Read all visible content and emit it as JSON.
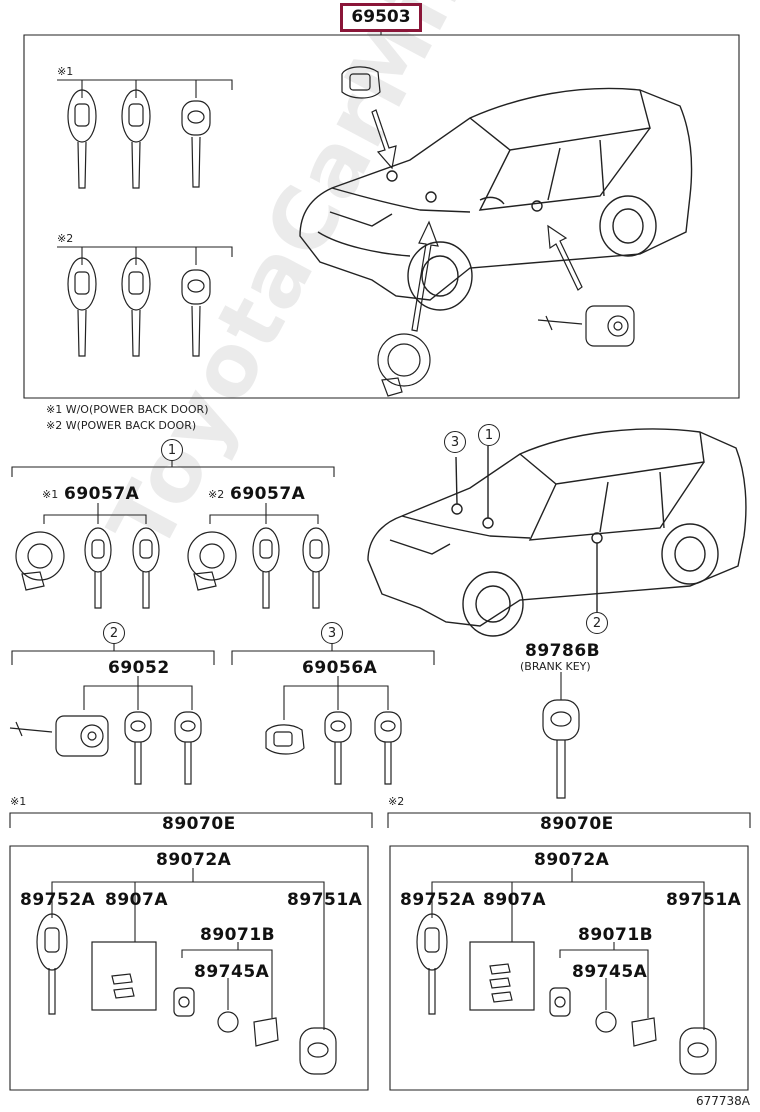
{
  "main_part": "69503",
  "legend": {
    "note1": "※1 W/O(POWER BACK DOOR)",
    "note2": "※2 W(POWER BACK DOOR)"
  },
  "marks": {
    "m1": "※1",
    "m2": "※2"
  },
  "circled": {
    "c1": "1",
    "c2": "2",
    "c3": "3"
  },
  "parts": {
    "p69057a": "69057A",
    "p69052": "69052",
    "p69056a": "69056A",
    "p89786b": "89786B",
    "blank_key": "(BRANK KEY)",
    "p89070e": "89070E",
    "p89072a": "89072A",
    "p89752a": "89752A",
    "p8907a": "8907A",
    "p89751a": "89751A",
    "p89071b": "89071B",
    "p89745a": "89745A"
  },
  "watermark": "ToyotaCarMine.ru",
  "figure_code": "677738A"
}
